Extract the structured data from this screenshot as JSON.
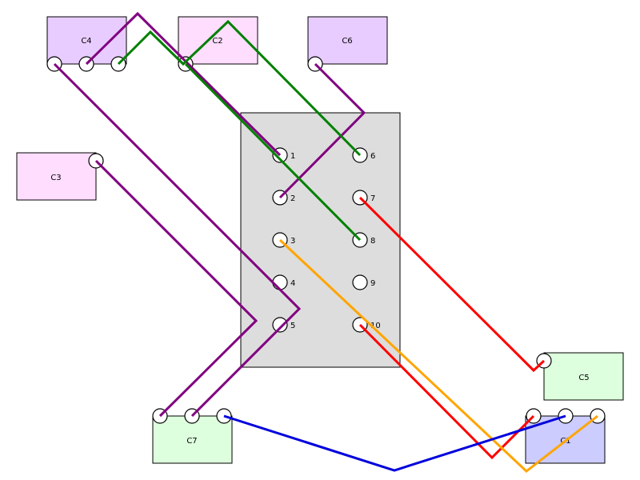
{
  "components": [
    {
      "id": "C1",
      "label": "C1",
      "fill": "#ccccff"
    },
    {
      "id": "C2",
      "label": "C2",
      "fill": "#ffddff"
    },
    {
      "id": "C3",
      "label": "C3",
      "fill": "#ffddff"
    },
    {
      "id": "C4",
      "label": "C4",
      "fill": "#e8ccff"
    },
    {
      "id": "C5",
      "label": "C5",
      "fill": "#ddffdd"
    },
    {
      "id": "C6",
      "label": "C6",
      "fill": "#e8ccff"
    },
    {
      "id": "C7",
      "label": "C7",
      "fill": "#ddffdd"
    }
  ],
  "connector": {
    "fill": "#dddddd",
    "pins": [
      "1",
      "2",
      "3",
      "4",
      "5",
      "6",
      "7",
      "8",
      "9",
      "10"
    ]
  },
  "wires": [
    {
      "id": "c4-2-to-pin-1",
      "color": "#800080"
    },
    {
      "id": "c6-1-to-pin-2",
      "color": "#800080"
    },
    {
      "id": "c4-3-to-pin-6",
      "color": "#008000"
    },
    {
      "id": "c2-1-to-pin-8",
      "color": "#008000"
    },
    {
      "id": "pin-7-to-c5-1",
      "color": "#ff0000"
    },
    {
      "id": "pin-10-to-c1-1",
      "color": "#ff0000"
    },
    {
      "id": "pin-3-to-c1-3",
      "color": "#ffa500"
    },
    {
      "id": "c4-1-to-c7-2",
      "color": "#800080"
    },
    {
      "id": "c3-1-to-c7-1",
      "color": "#800080"
    },
    {
      "id": "c7-3-to-c1-2",
      "color": "#0000dd"
    }
  ]
}
